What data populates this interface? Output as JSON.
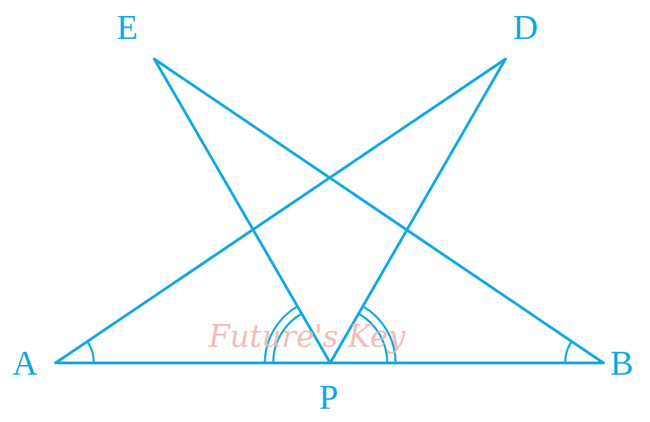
{
  "diagram": {
    "labels": [
      "E",
      "D",
      "A",
      "B",
      "P",
      "Future's Key"
    ]
  }
}
